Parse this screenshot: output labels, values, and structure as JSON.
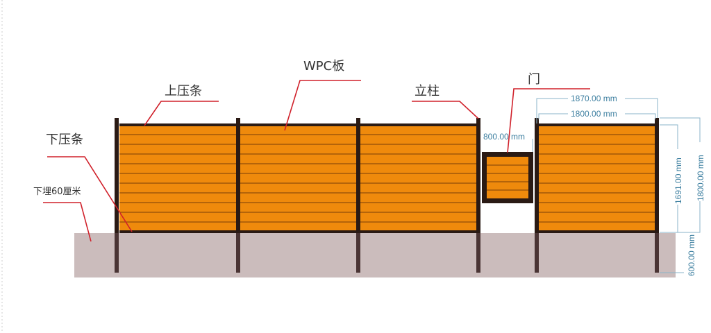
{
  "labels": {
    "top_rail": "上压条",
    "wpc_board": "WPC板",
    "post": "立柱",
    "gate": "门",
    "bottom_rail": "下压条",
    "buried": "下埋60厘米"
  },
  "dimensions": {
    "post_spacing": "1870.00 mm",
    "panel_width": "1800.00 mm",
    "gate_width": "800.00 mm",
    "panel_height": "1691.00 mm",
    "total_height": "1800.00 mm",
    "buried_depth": "600.00 mm"
  },
  "colors": {
    "board": "#ef8a0c",
    "frame": "#2a1a14",
    "ground": "#cbbcbc",
    "leader": "#d0202a",
    "dimension": "#3d7fa0"
  }
}
